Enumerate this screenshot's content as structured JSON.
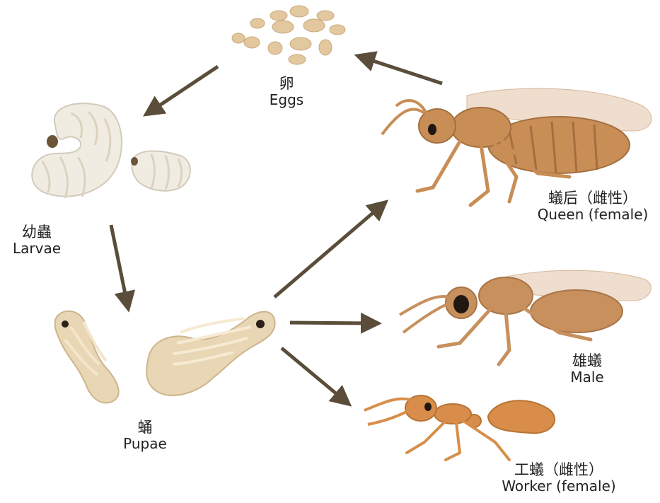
{
  "labels": {
    "eggs": {
      "zh": "卵",
      "en": "Eggs"
    },
    "larvae": {
      "zh": "幼蟲",
      "en": "Larvae"
    },
    "pupae": {
      "zh": "蛹",
      "en": "Pupae"
    },
    "queen": {
      "zh": "蟻后（雌性）",
      "en": "Queen (female)"
    },
    "male": {
      "zh": "雄蟻",
      "en": "Male"
    },
    "worker": {
      "zh": "工蟻（雌性）",
      "en": "Worker (female)"
    }
  },
  "colors": {
    "arrow": "#5a4d3a",
    "egg": "#e2c79f",
    "larva": "#f1ece1",
    "pupa": "#e8d6b4",
    "queen": "#c88e56",
    "male": "#c7905d",
    "worker": "#d88e4a",
    "wing": "#e9d2bd"
  }
}
